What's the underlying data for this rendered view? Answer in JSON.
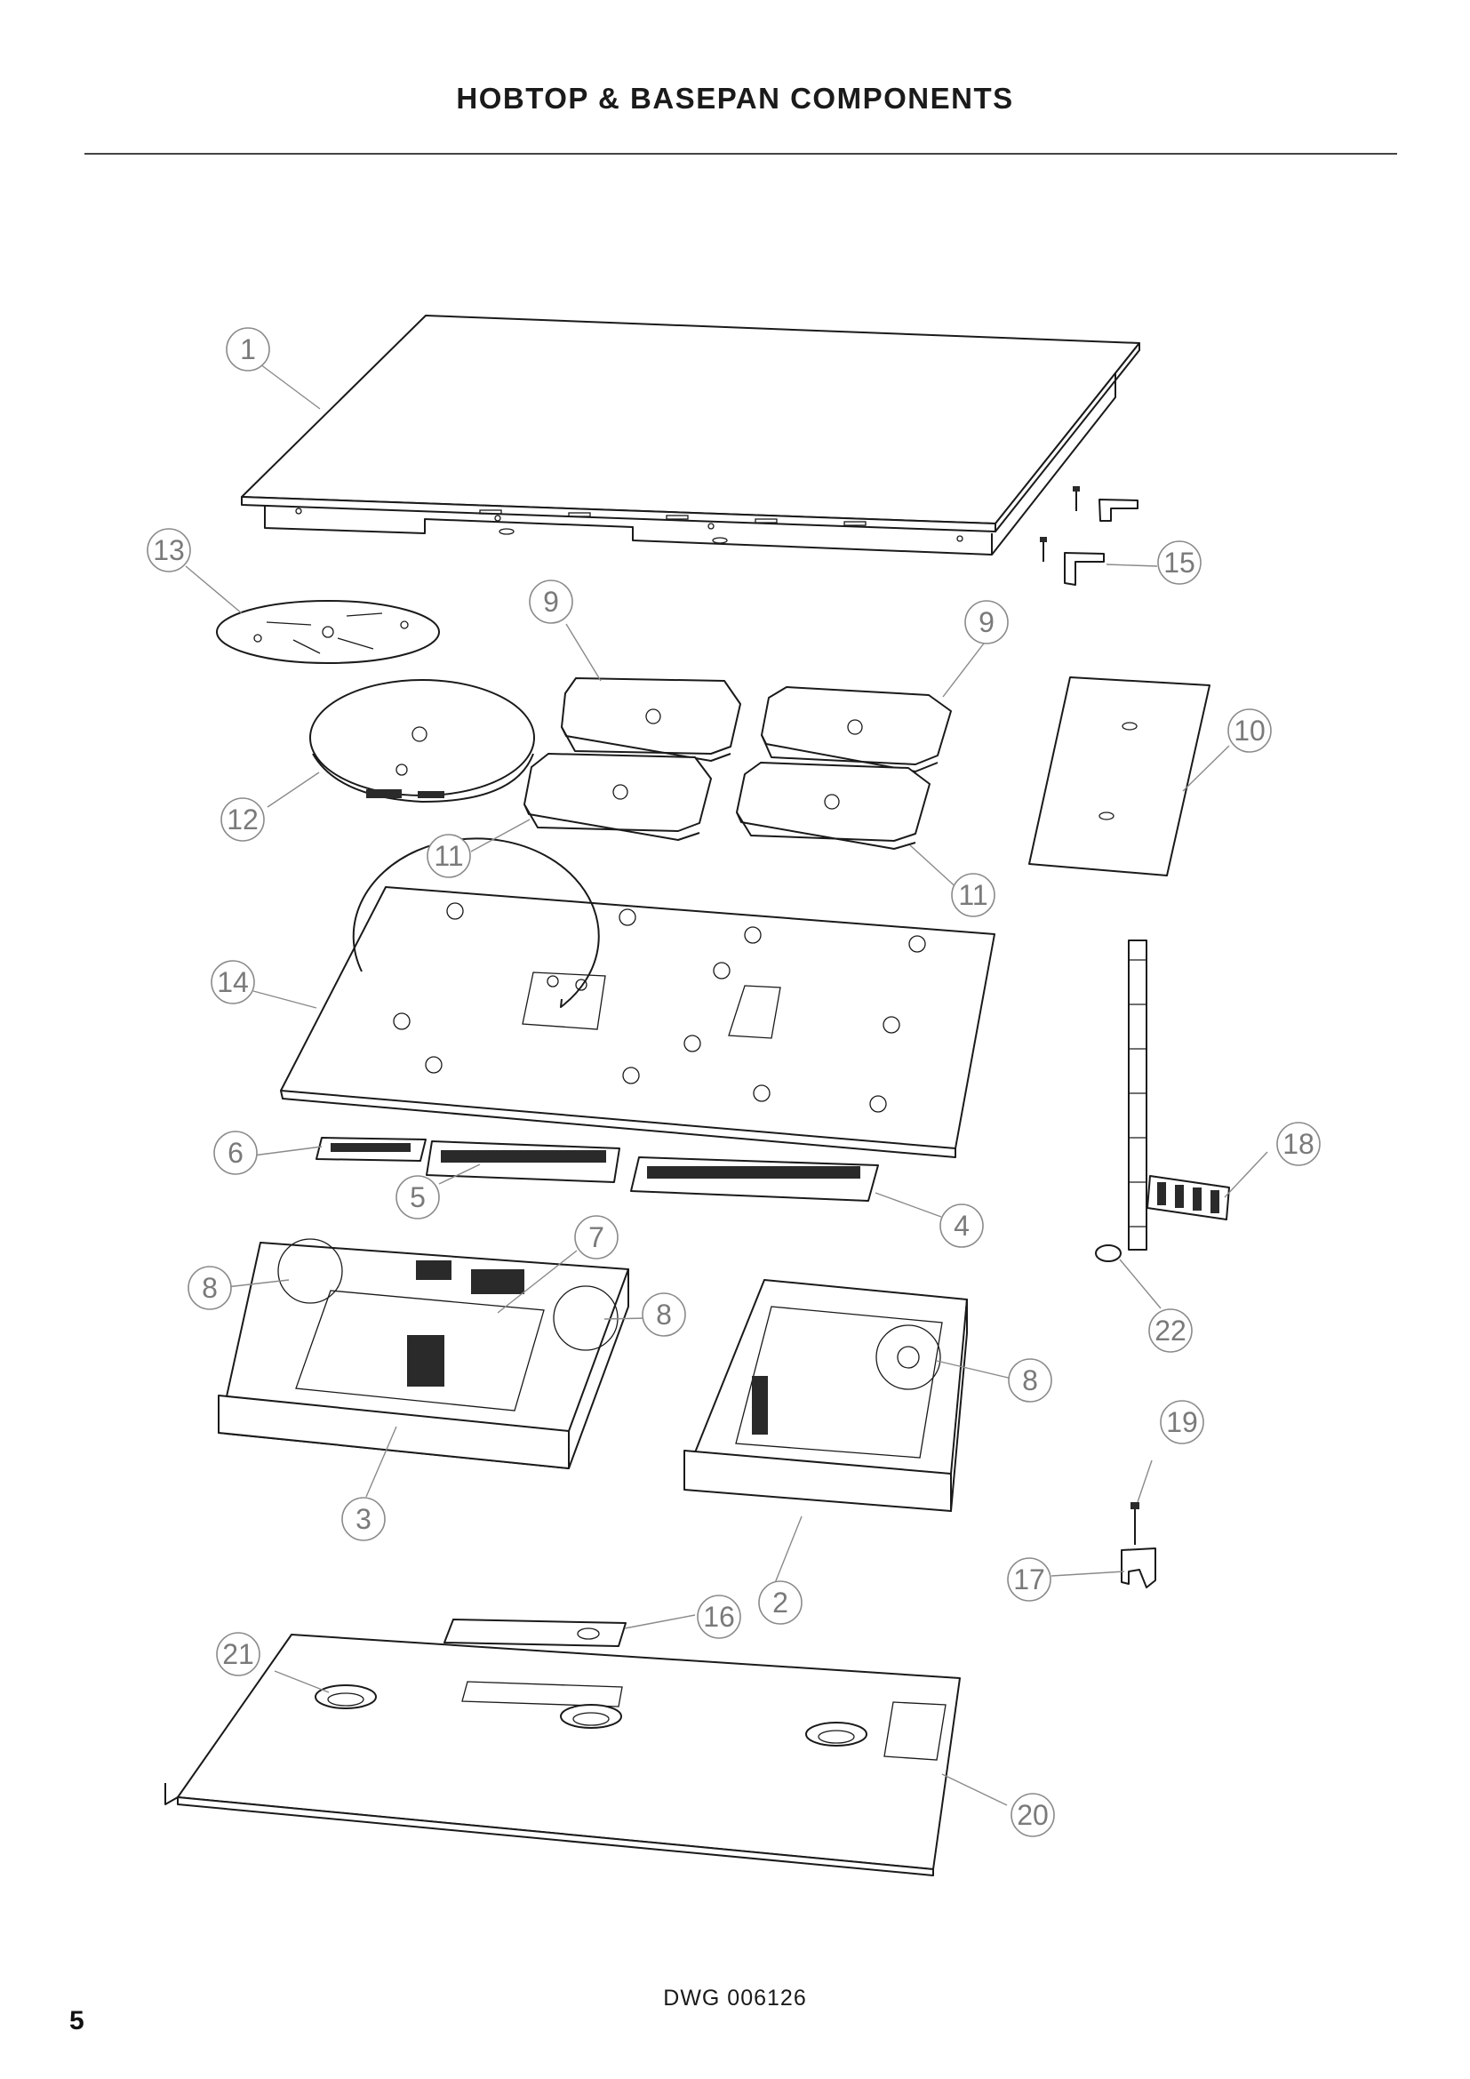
{
  "page": {
    "title": "HOBTOP & BASEPAN COMPONENTS",
    "drawing_number": "DWG 006126",
    "page_number": "5"
  },
  "callouts": [
    {
      "label": "1"
    },
    {
      "label": "13"
    },
    {
      "label": "15"
    },
    {
      "label": "9"
    },
    {
      "label": "9"
    },
    {
      "label": "10"
    },
    {
      "label": "12"
    },
    {
      "label": "11"
    },
    {
      "label": "11"
    },
    {
      "label": "14"
    },
    {
      "label": "6"
    },
    {
      "label": "5"
    },
    {
      "label": "4"
    },
    {
      "label": "18"
    },
    {
      "label": "7"
    },
    {
      "label": "8"
    },
    {
      "label": "8"
    },
    {
      "label": "8"
    },
    {
      "label": "22"
    },
    {
      "label": "19"
    },
    {
      "label": "3"
    },
    {
      "label": "17"
    },
    {
      "label": "16"
    },
    {
      "label": "2"
    },
    {
      "label": "21"
    },
    {
      "label": "20"
    }
  ]
}
